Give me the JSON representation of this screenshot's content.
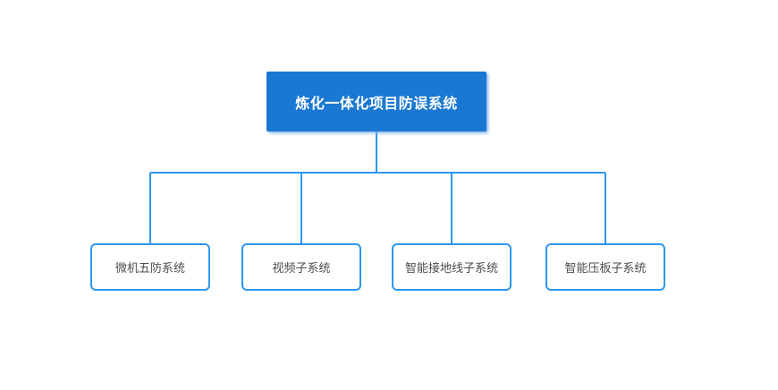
{
  "diagram": {
    "type": "org-chart-tree",
    "root": {
      "label": "炼化一体化项目防误系统"
    },
    "children": [
      {
        "label": "微机五防系统"
      },
      {
        "label": "视频子系统"
      },
      {
        "label": "智能接地线子系统"
      },
      {
        "label": "智能压板子系统"
      }
    ],
    "colors": {
      "root_fill": "#1a78d2",
      "root_text": "#ffffff",
      "line": "#2e97f0",
      "child_border": "#2e97f0",
      "child_text": "#4d4d4d",
      "background": "#ffffff"
    }
  }
}
